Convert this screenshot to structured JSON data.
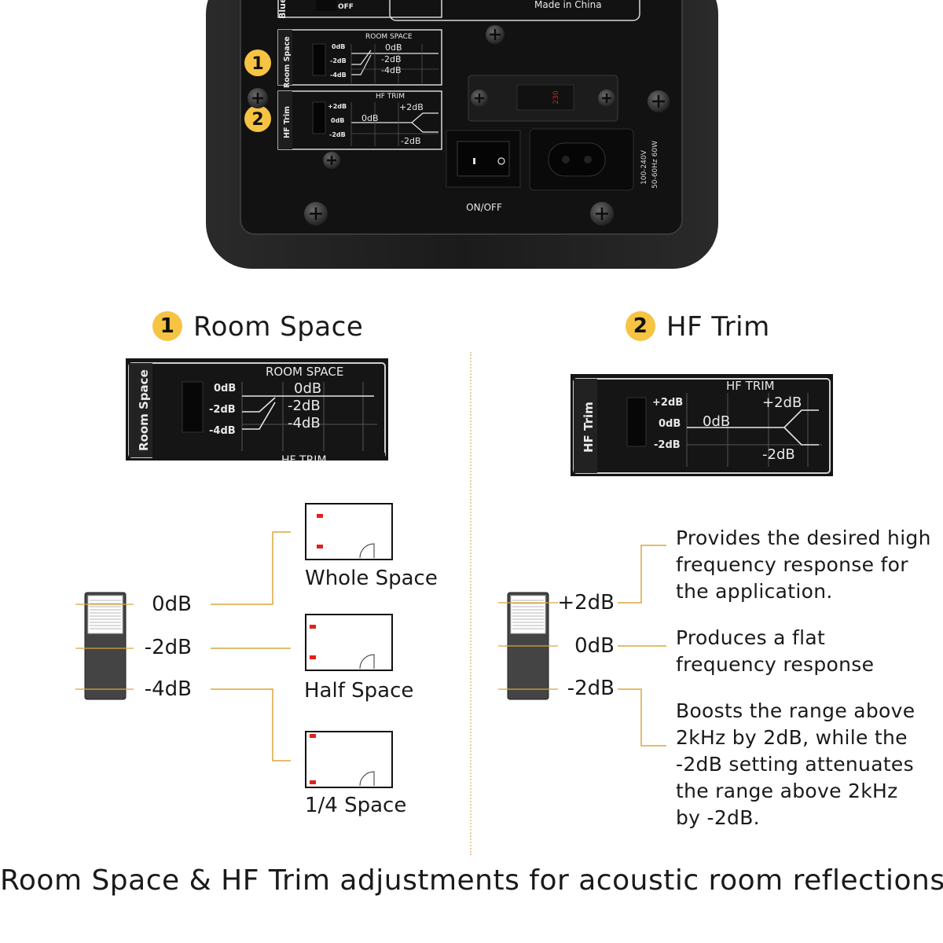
{
  "rear_panel": {
    "blue_label": "Blue",
    "off_label": "OFF",
    "made_in": "Made in China",
    "room_space_vertical": "Room Space",
    "room_space_title": "ROOM SPACE",
    "hf_trim_vertical": "HF Trim",
    "hf_trim_title": "HF TRIM",
    "switch_positions_room": [
      "0dB",
      "-2dB",
      "-4dB"
    ],
    "graph_labels_room": [
      "0dB",
      "-2dB",
      "-4dB"
    ],
    "switch_positions_hf": [
      "+2dB",
      "0dB",
      "-2dB"
    ],
    "graph_labels_hf": {
      "top": "+2dB",
      "mid": "0dB",
      "bottom": "-2dB"
    },
    "voltage_value": "230",
    "power_rating_line1": "100-240V",
    "power_rating_line2": "50-60Hz 60W",
    "power_switch_label": "ON/OFF",
    "callout_1": "1",
    "callout_2": "2"
  },
  "room_space": {
    "badge": "1",
    "title": "Room Space",
    "detail": {
      "vertical": "Room Space",
      "title": "ROOM SPACE",
      "switch_labels": [
        "0dB",
        "-2dB",
        "-4dB"
      ],
      "graph_labels": [
        "0dB",
        "-2dB",
        "-4dB"
      ],
      "cut_label": "HF TRIM"
    },
    "switch_levels": [
      "0dB",
      "-2dB",
      "-4dB"
    ],
    "placements": [
      {
        "label": "Whole Space"
      },
      {
        "label": "Half Space"
      },
      {
        "label": "1/4 Space"
      }
    ]
  },
  "hf_trim": {
    "badge": "2",
    "title": "HF Trim",
    "detail": {
      "vertical": "HF Trim",
      "title": "HF TRIM",
      "switch_labels": [
        "+2dB",
        "0dB",
        "-2dB"
      ],
      "graph_top": "+2dB",
      "graph_mid": "0dB",
      "graph_bottom": "-2dB"
    },
    "switch_levels": [
      "+2dB",
      "0dB",
      "-2dB"
    ],
    "descriptions": [
      "Provides the desired high frequency response for the application.",
      "Produces a flat frequency response",
      "Boosts the range above 2kHz by 2dB, while the -2dB setting attenuates the range above 2kHz by -2dB."
    ]
  },
  "caption": "Room Space & HF Trim adjustments for acoustic room reflections.",
  "colors": {
    "accent_yellow": "#f6c343",
    "leader_line": "#d9a73a",
    "panel_black": "#151515",
    "indicator_red": "#e0231a"
  }
}
